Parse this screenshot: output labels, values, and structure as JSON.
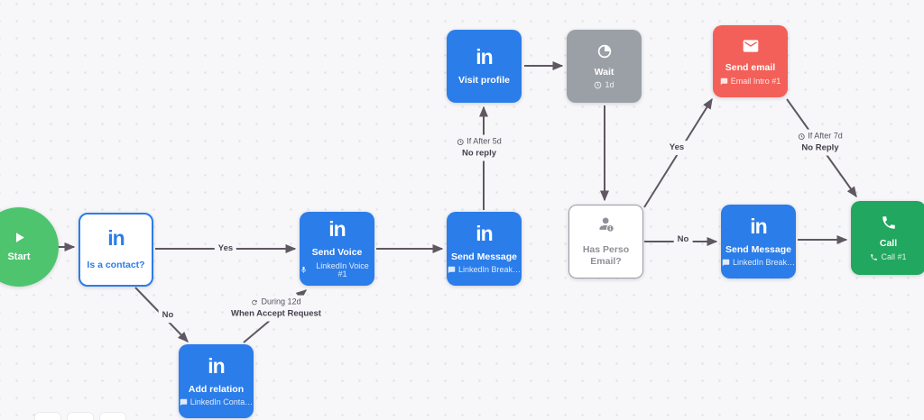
{
  "app": {
    "name": "Workflow campaign builder canvas"
  },
  "colors": {
    "canvas_bg": "#f7f7f9",
    "dot": "#e0e0e4",
    "blue": "#2b7de9",
    "green_start": "#4ec46f",
    "green_call": "#21a75f",
    "red": "#f26059",
    "gray": "#9ba0a6",
    "edge": "#5f5761"
  },
  "nodes": [
    {
      "id": "start",
      "title": "Start"
    },
    {
      "id": "is-contact",
      "logo": "in",
      "title": "Is a contact?"
    },
    {
      "id": "send-voice",
      "logo": "in",
      "title": "Send Voice",
      "subtitle": "LinkedIn Voice #1"
    },
    {
      "id": "send-message-1",
      "logo": "in",
      "title": "Send Message",
      "subtitle": "LinkedIn Break…"
    },
    {
      "id": "visit-profile",
      "logo": "in",
      "title": "Visit profile"
    },
    {
      "id": "wait",
      "title": "Wait",
      "subtitle": "1d"
    },
    {
      "id": "send-email",
      "title": "Send email",
      "subtitle": "Email Intro #1"
    },
    {
      "id": "has-perso-email",
      "title": "Has Perso Email?"
    },
    {
      "id": "send-message-2",
      "logo": "in",
      "title": "Send Message",
      "subtitle": "LinkedIn Break…"
    },
    {
      "id": "call",
      "title": "Call",
      "subtitle": "Call #1"
    },
    {
      "id": "add-relation",
      "logo": "in",
      "title": "Add relation",
      "subtitle": "LinkedIn Conta…"
    }
  ],
  "edge_labels": {
    "yes1": "Yes",
    "no1": "No",
    "during_12d": {
      "line1": "During 12d",
      "line2": "When Accept Request"
    },
    "if_after_5d": {
      "line1": "If After 5d",
      "line2": "No reply"
    },
    "yes2": "Yes",
    "no2": "No",
    "if_after_7d": {
      "line1": "If After 7d",
      "line2": "No Reply"
    }
  },
  "icons": [
    "play-icon",
    "linkedin-icon",
    "microphone-icon",
    "chat-icon",
    "timer-icon",
    "clock-icon",
    "mail-icon",
    "person-info-icon",
    "phone-icon",
    "refresh-icon"
  ]
}
